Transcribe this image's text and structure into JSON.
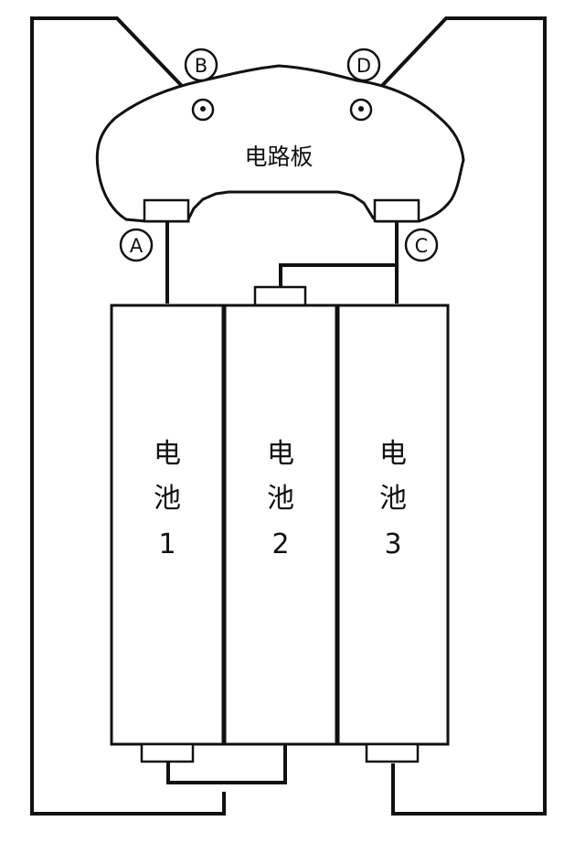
{
  "circuit_board": {
    "label": "电路板"
  },
  "terminals": [
    {
      "id": "A",
      "label": "A"
    },
    {
      "id": "B",
      "label": "B"
    },
    {
      "id": "C",
      "label": "C"
    },
    {
      "id": "D",
      "label": "D"
    }
  ],
  "batteries": [
    {
      "line1": "电",
      "line2": "池",
      "line3": "1"
    },
    {
      "line1": "电",
      "line2": "池",
      "line3": "2"
    },
    {
      "line1": "电",
      "line2": "池",
      "line3": "3"
    }
  ]
}
